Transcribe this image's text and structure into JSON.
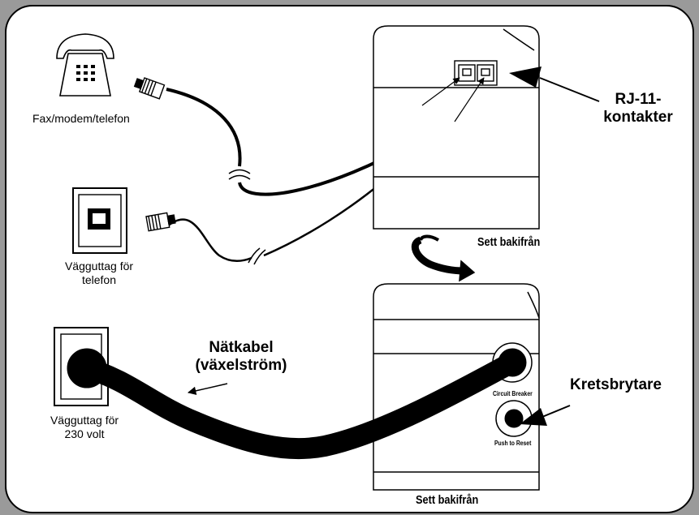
{
  "labels": {
    "phone": "Fax/modem/telefon",
    "phone_jack_line1": "Vägguttag för",
    "phone_jack_line2": "telefon",
    "rj11_line1": "RJ-11-",
    "rj11_line2": "kontakter",
    "rear_view_top": "Sett bakifrån",
    "power_cable_line1": "Nätkabel",
    "power_cable_line2": "(växelström)",
    "outlet_line1": "Vägguttag för",
    "outlet_line2": "230 volt",
    "breaker": "Kretsbrytare",
    "circuit_breaker_text": "Circuit Breaker",
    "push_reset_text": "Push to Reset",
    "rear_view_bottom": "Sett bakifrån"
  },
  "colors": {
    "background": "#9a9a9a",
    "panel": "#ffffff",
    "line": "#000000",
    "unit_fill": "#ffffff"
  },
  "icons": [
    "telephone-icon",
    "rj11-plug-icon",
    "phone-wall-jack-icon",
    "power-outlet-icon",
    "rotate-arrow-icon"
  ]
}
